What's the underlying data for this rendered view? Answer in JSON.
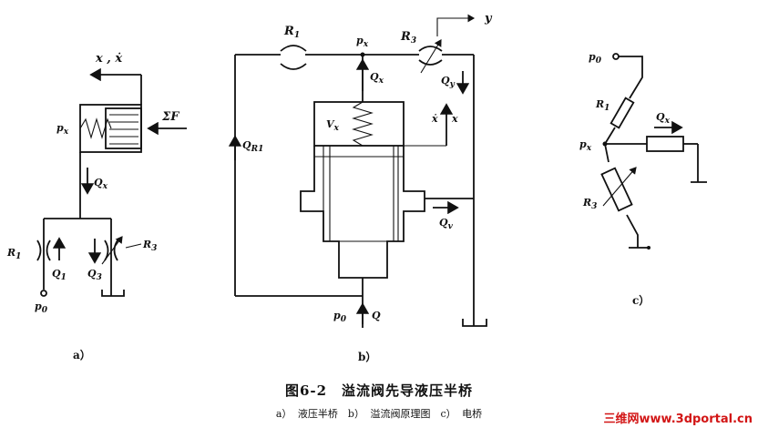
{
  "caption": {
    "title": "图6-2　溢流阀先导液压半桥",
    "subtitle": "a） 液压半桥　b） 溢流阀原理图　c） 电桥"
  },
  "watermark": "三维网www.3dportal.cn",
  "panel_a": {
    "panel_label": "a）",
    "x_label": "x , ẋ",
    "sigma_f": "ΣF",
    "px": "p",
    "px_sub": "x",
    "qx": "Q",
    "qx_sub": "x",
    "r1": "R",
    "r1_sub": "1",
    "r3": "R",
    "r3_sub": "3",
    "q1": "Q",
    "q1_sub": "1",
    "q3": "Q",
    "q3_sub": "3",
    "p0": "p",
    "p0_sub": "0"
  },
  "panel_b": {
    "panel_label": "b）",
    "r1": "R",
    "r1_sub": "1",
    "r3": "R",
    "r3_sub": "3",
    "px": "p",
    "px_sub": "x",
    "qx": "Q",
    "qx_sub": "x",
    "qy": "Q",
    "qy_sub": "y",
    "y": "y",
    "vx": "V",
    "vx_sub": "x",
    "x_dot": "ẋ",
    "x": "x",
    "qr1": "Q",
    "qr1_sub": "R1",
    "qv": "Q",
    "qv_sub": "v",
    "p0": "p",
    "p0_sub": "0",
    "q": "Q"
  },
  "panel_c": {
    "panel_label": "c）",
    "p0": "p",
    "p0_sub": "0",
    "r1": "R",
    "r1_sub": "1",
    "qx": "Q",
    "qx_sub": "x",
    "px": "p",
    "px_sub": "x",
    "r3": "R",
    "r3_sub": "3"
  }
}
